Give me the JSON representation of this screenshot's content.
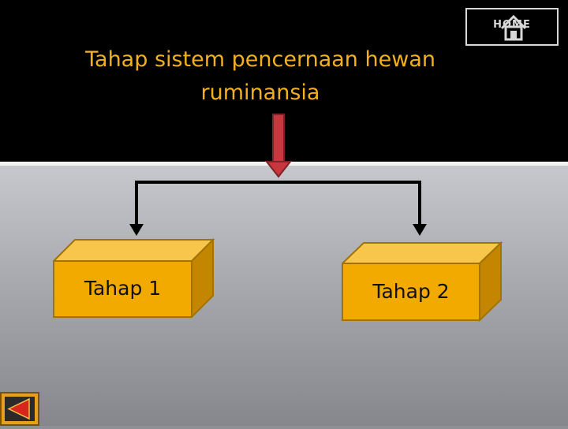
{
  "slide": {
    "title_line1": "Tahap sistem pencernaan hewan",
    "title_line2": "ruminansia"
  },
  "home_button": {
    "label": "HOME",
    "icon": "house-icon"
  },
  "diagram": {
    "boxes": [
      {
        "label": "Tahap 1"
      },
      {
        "label": "Tahap 2"
      }
    ]
  },
  "nav": {
    "back_icon": "back-arrow-icon"
  },
  "colors": {
    "title": "#f2b020",
    "box_front": "#f2a900",
    "box_top": "#f7c64b",
    "box_side": "#c48600",
    "arrow_down": "#c8373e",
    "header_background": "#000000"
  }
}
